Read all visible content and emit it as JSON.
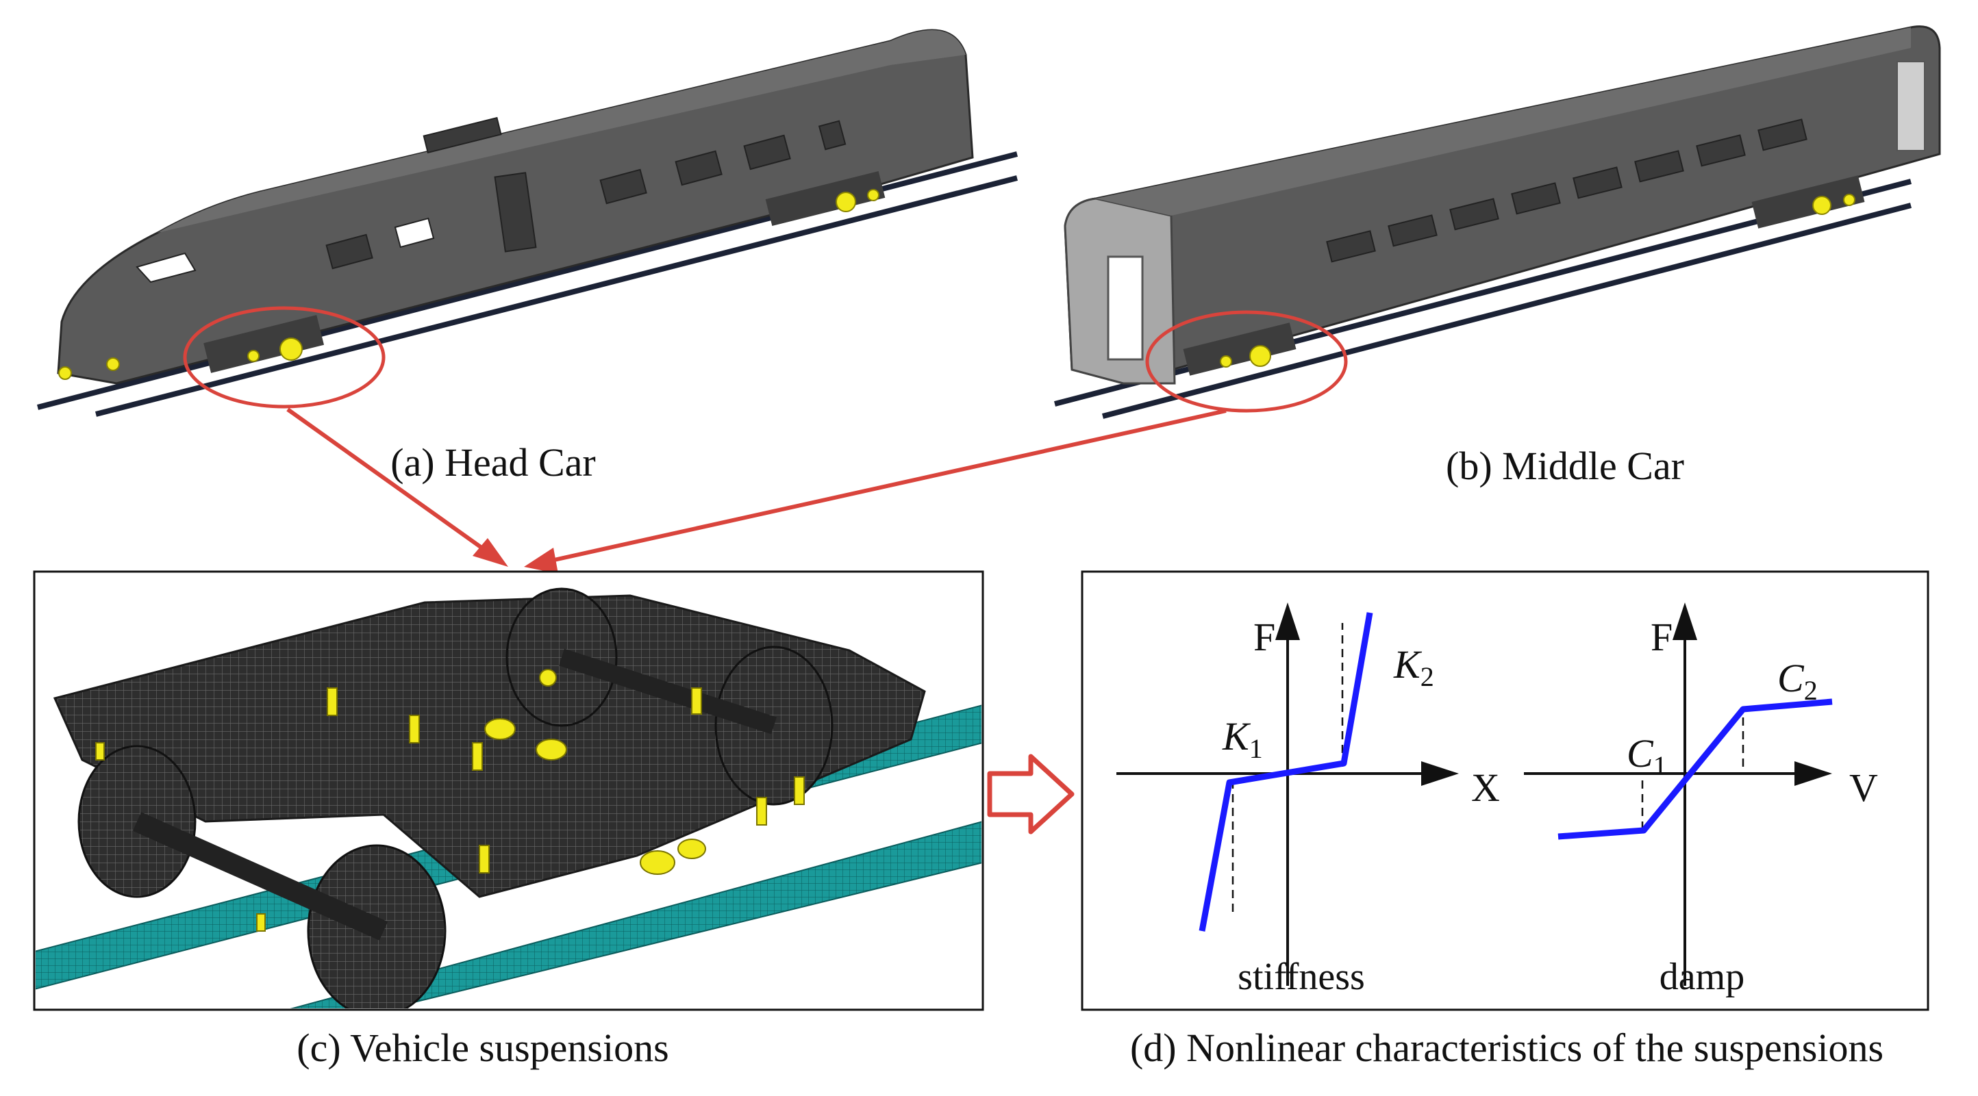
{
  "captions": {
    "a": "(a) Head Car",
    "b": "(b) Middle Car",
    "c": "(c) Vehicle suspensions",
    "d": "(d) Nonlinear characteristics of the suspensions"
  },
  "stiffness_plot": {
    "y_axis_label": "F",
    "x_axis_label": "X",
    "k1_base": "K",
    "k1_sub": "1",
    "k2_base": "K",
    "k2_sub": "2",
    "caption": "stiffness"
  },
  "damping_plot": {
    "y_axis_label": "F",
    "x_axis_label": "V",
    "c1_base": "C",
    "c1_sub": "1",
    "c2_base": "C",
    "c2_sub": "2",
    "caption": "damp"
  },
  "colors": {
    "car_body": "#5a5a5a",
    "car_dark": "#3d3d3d",
    "suspension_yellow": "#f2ea1a",
    "rail_teal": "#1a9a9a",
    "highlight_red": "#d9443c",
    "curve_blue": "#1a1aff"
  },
  "icons": {
    "arrow_to_d": "hollow-right-arrow-icon"
  }
}
